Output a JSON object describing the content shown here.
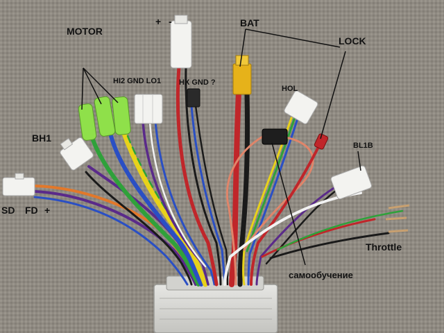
{
  "labels": {
    "motor": "MOTOR",
    "plus": "+",
    "minus": "-",
    "bat": "BAT",
    "lock": "LOCK",
    "hi2_gnd_lo1": "HI2 GND LO1",
    "hx_gnd": "HX GND ?",
    "hol": "HOL",
    "bh1": "BH1",
    "bl1b": "BL1B",
    "sd": "SD",
    "fd": "FD",
    "sd_plus": "+",
    "throttle": "Throttle",
    "self_learning": "самообучение"
  },
  "colors": {
    "background": "#8f8a82",
    "controller_body": "#d9d9d6",
    "wire_red": "#c0262a",
    "wire_black": "#1a1a1a",
    "wire_yellow": "#e8d21a",
    "wire_green": "#2fa13a",
    "wire_blue": "#2a4fc4",
    "wire_purple": "#5a2a8a",
    "wire_orange": "#e2782a",
    "wire_white": "#f2f2f2",
    "wire_brown": "#6b4a2a",
    "connector_white": "#f3f3f0",
    "connector_green": "#8fe04a",
    "connector_yellow": "#e6b21a"
  }
}
